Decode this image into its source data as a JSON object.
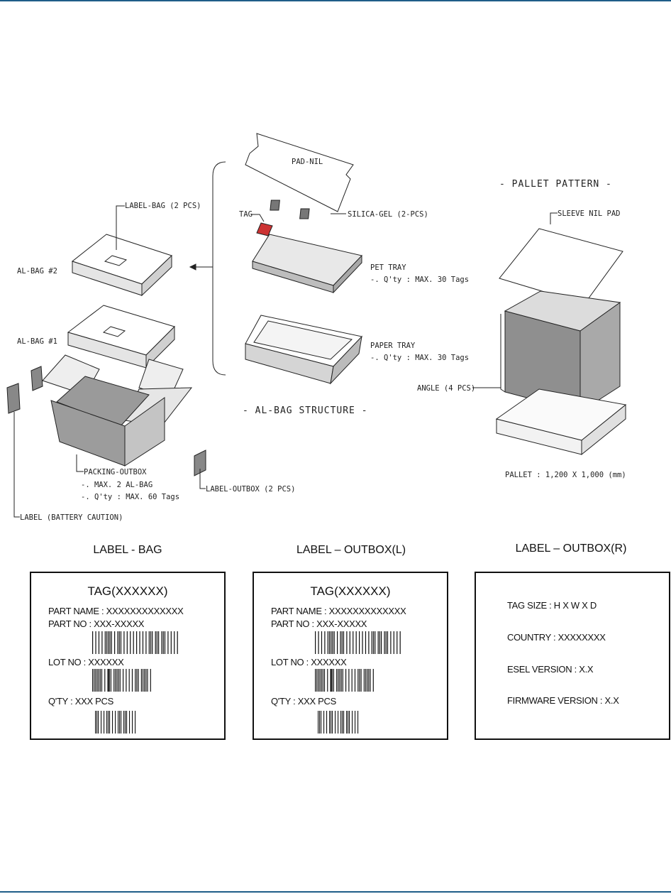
{
  "diagram": {
    "pad_nil": "PAD-NIL",
    "tag": "TAG",
    "silica_gel": "SILICA-GEL (2-PCS)",
    "label_bag": "LABEL-BAG (2 PCS)",
    "al_bag_2": "AL-BAG #2",
    "al_bag_1": "AL-BAG #1",
    "pet_tray": "PET TRAY",
    "pet_tray_qty": "-. Q'ty : MAX. 30 Tags",
    "paper_tray": "PAPER TRAY",
    "paper_tray_qty": "-. Q'ty : MAX. 30 Tags",
    "al_bag_structure": "- AL-BAG STRUCTURE -",
    "pallet_pattern": "- PALLET PATTERN -",
    "sleeve_nil_pad": "SLEEVE NIL PAD",
    "angle": "ANGLE (4 PCS)",
    "pallet": "PALLET : 1,200 X 1,000 (mm)",
    "packing_outbox": "PACKING-OUTBOX",
    "packing_outbox_line1": "-. MAX. 2 AL-BAG",
    "packing_outbox_line2": "-. Q'ty : MAX. 60 Tags",
    "label_outbox": "LABEL-OUTBOX (2 PCS)",
    "label_battery": "LABEL (BATTERY CAUTION)"
  },
  "labels": {
    "bag": {
      "title": "LABEL - BAG",
      "head": "TAG(XXXXXX)",
      "part_name": "PART NAME : XXXXXXXXXXXXX",
      "part_no": "PART NO : XXX-XXXXX",
      "lot_no": "LOT NO  : XXXXXX",
      "qty": "Q'TY : XXX PCS"
    },
    "outbox_l": {
      "title": "LABEL – OUTBOX(L)",
      "head": "TAG(XXXXXX)",
      "part_name": "PART NAME : XXXXXXXXXXXXX",
      "part_no": "PART NO : XXX-XXXXX",
      "lot_no": "LOT NO  : XXXXXX",
      "qty": "Q'TY : XXX PCS"
    },
    "outbox_r": {
      "title": "LABEL – OUTBOX(R)",
      "tag_size": "TAG SIZE : H X W X D",
      "country": "COUNTRY : XXXXXXXX",
      "esel_version": "ESEL VERSION : X.X",
      "firmware_version": "FIRMWARE VERSION : X.X"
    }
  },
  "colors": {
    "rule": "#1f5d88",
    "gray_face": "#8a8a8a",
    "gray_light": "#d9d9d9"
  }
}
